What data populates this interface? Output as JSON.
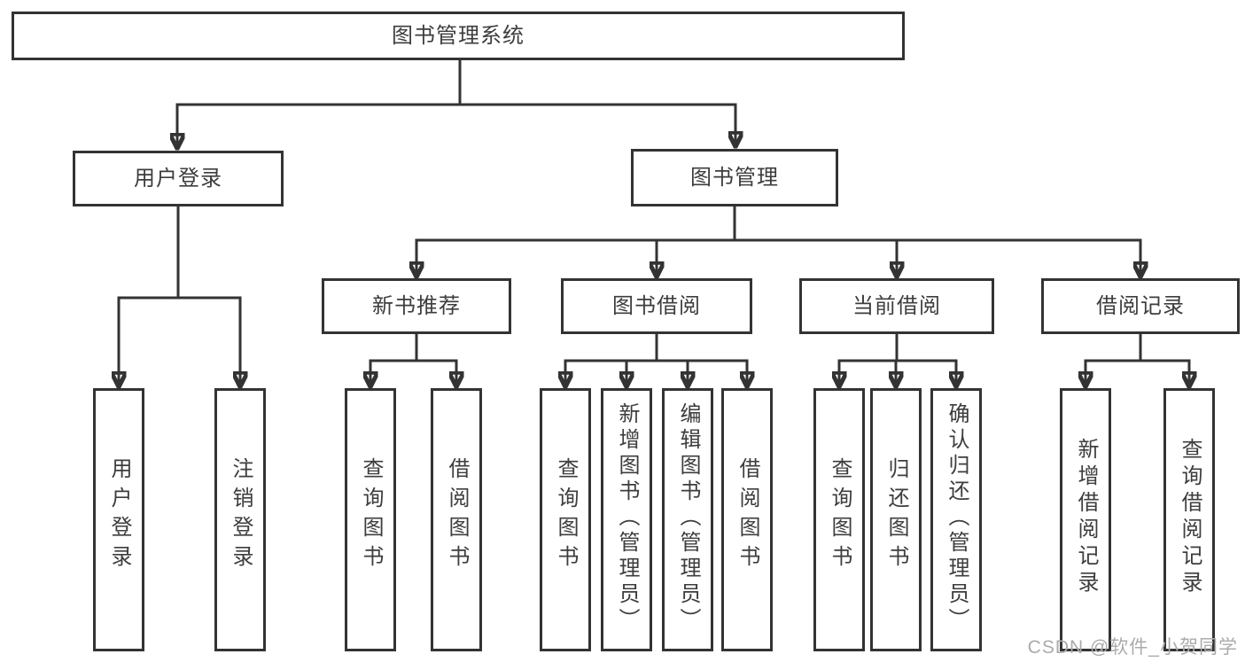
{
  "tree": {
    "root": {
      "label": "图书管理系统"
    },
    "login": {
      "label": "用户登录",
      "leaves": [
        "用户登录",
        "注销登录"
      ]
    },
    "management": {
      "label": "图书管理",
      "groups": [
        {
          "label": "新书推荐",
          "leaves": [
            "查询图书",
            "借阅图书"
          ]
        },
        {
          "label": "图书借阅",
          "leaves": [
            "查询图书",
            "新增图书（管理员）",
            "编辑图书（管理员）",
            "借阅图书"
          ]
        },
        {
          "label": "当前借阅",
          "leaves": [
            "查询图书",
            "归还图书",
            "确认归还（管理员）"
          ]
        },
        {
          "label": "借阅记录",
          "leaves": [
            "新增借阅记录",
            "查询借阅记录"
          ]
        }
      ]
    }
  },
  "watermark": {
    "text": "CSDN @软件_小贺同学"
  },
  "colors": {
    "line": "#333333",
    "border": "#333333",
    "text": "#3d3d3d",
    "watermark": "#ababab",
    "background": "#ffffff"
  }
}
